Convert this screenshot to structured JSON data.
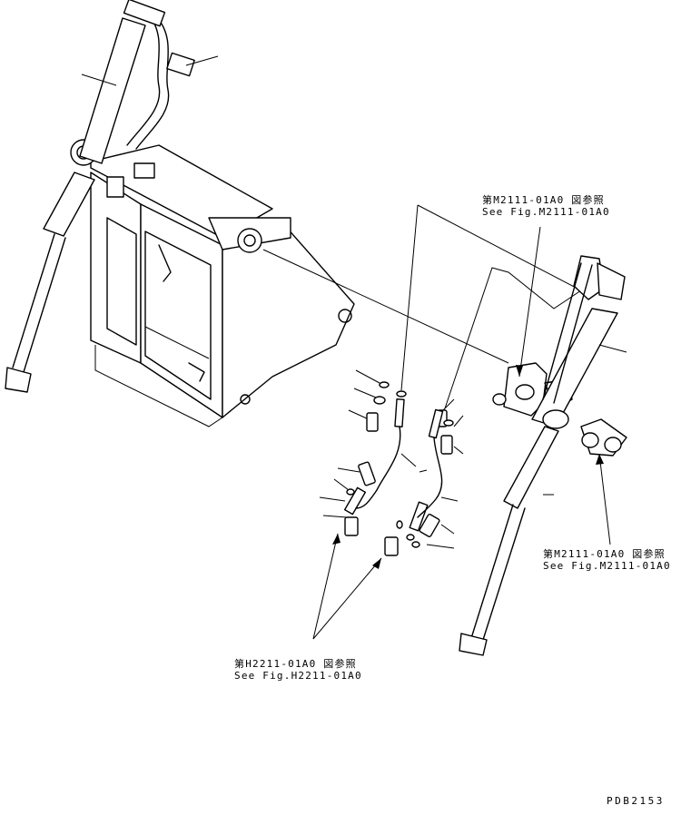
{
  "references": {
    "ref_upper_right": {
      "jp": "第M2111-01A0 図参照",
      "en": "See Fig.M2111-01A0"
    },
    "ref_right": {
      "jp": "第M2111-01A0 図参照",
      "en": "See Fig.M2111-01A0"
    },
    "ref_bottom": {
      "jp": "第H2211-01A0 図参照",
      "en": "See Fig.H2211-01A0"
    }
  },
  "drawing_code": "PDB2153"
}
